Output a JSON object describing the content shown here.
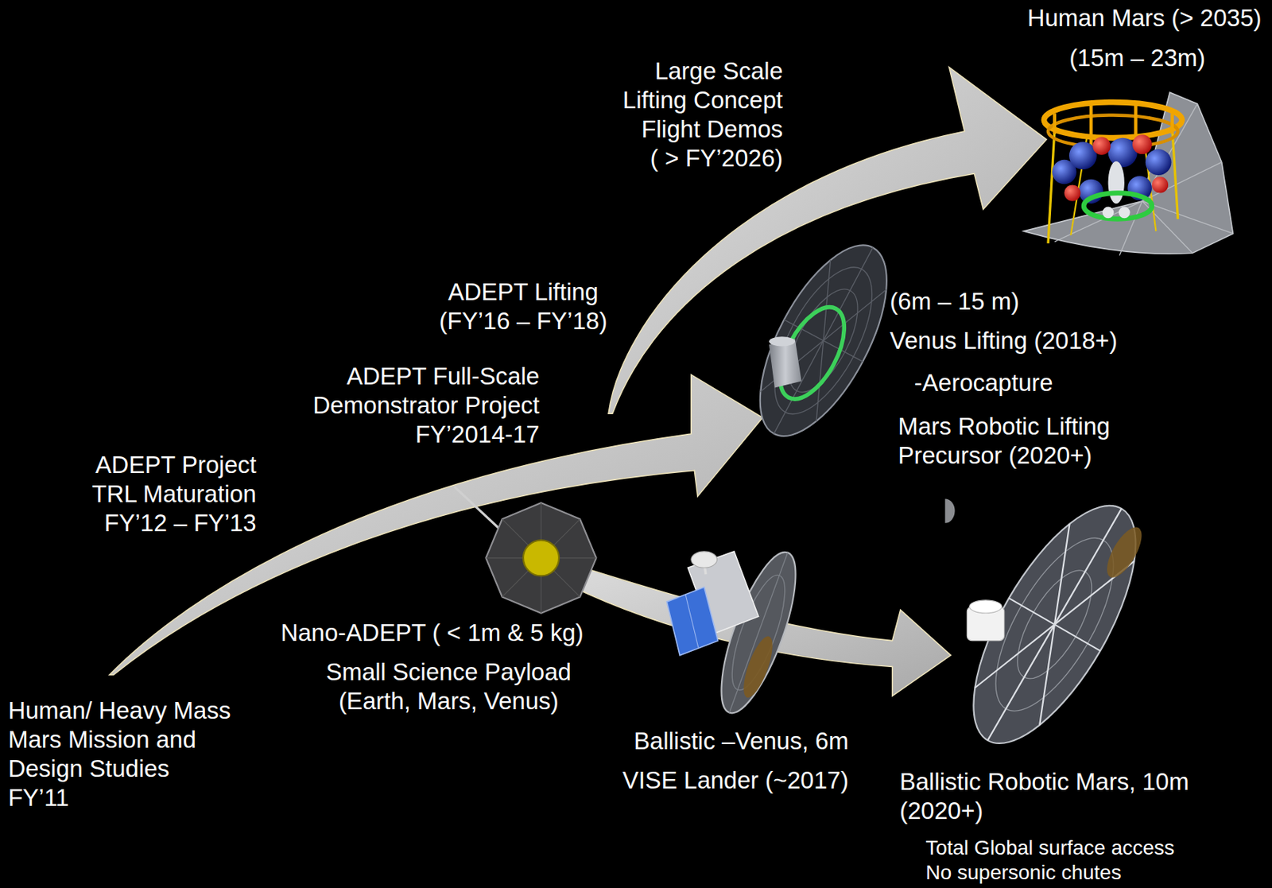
{
  "diagram": {
    "labels": [
      "Human Mars (> 2035)",
      "(15m – 23m)",
      "Large Scale Lifting Concept Flight Demos ( > FY’2026)",
      "ADEPT Lifting (FY’16 – FY’18)",
      "ADEPT Full-Scale Demonstrator Project FY’2014-17",
      "ADEPT Project TRL Maturation FY’12 – FY’13",
      "Human/ Heavy Mass Mars Mission and Design Studies FY’11",
      "Nano-ADEPT ( < 1m & 5 kg)",
      "Small Science Payload (Earth, Mars, Venus)",
      "(6m – 15 m)",
      "Venus Lifting (2018+)",
      "-Aerocapture",
      "Mars Robotic Lifting Precursor (2020+)",
      "Ballistic –Venus, 6m",
      "VISE Lander (~2017)",
      "Ballistic Robotic Mars, 10m (2020+)",
      "Total Global surface access",
      "No supersonic chutes"
    ]
  }
}
